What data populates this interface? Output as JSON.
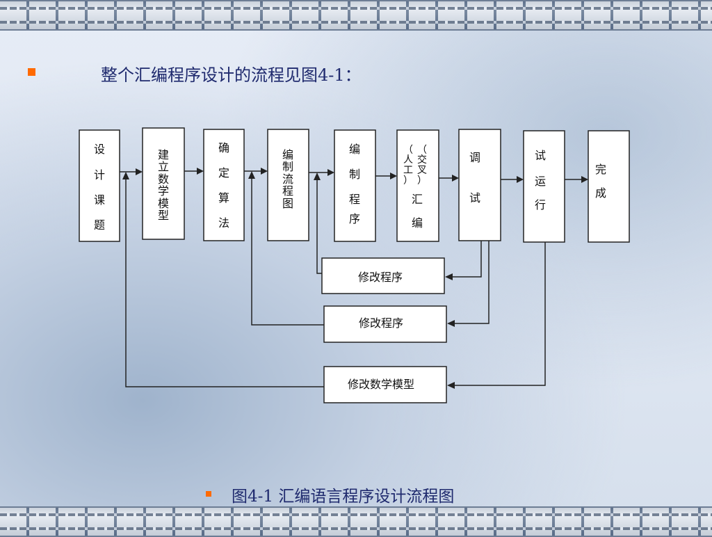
{
  "slide": {
    "heading": "整个汇编程序设计的流程见图4-1：",
    "caption": "图4-1  汇编语言程序设计流程图"
  },
  "diagram": {
    "steps": [
      {
        "id": "s1",
        "lines": [
          "设",
          "计",
          "课",
          "题"
        ]
      },
      {
        "id": "s2",
        "lines": [
          "建",
          "立",
          "数",
          "学",
          "模",
          "型"
        ]
      },
      {
        "id": "s3",
        "lines": [
          "确",
          "定",
          "算",
          "法"
        ]
      },
      {
        "id": "s4",
        "lines": [
          "编",
          "制",
          "流",
          "程",
          "图"
        ]
      },
      {
        "id": "s5",
        "lines": [
          "编",
          "制",
          "程",
          "序"
        ]
      },
      {
        "id": "s6",
        "lines": [
          "（",
          "人",
          "工",
          "）",
          "汇",
          "编"
        ],
        "alt_lines": [
          "（",
          "交",
          "叉",
          "）"
        ]
      },
      {
        "id": "s7",
        "lines": [
          "调",
          "试"
        ]
      },
      {
        "id": "s8",
        "lines": [
          "试",
          "运",
          "行"
        ]
      },
      {
        "id": "s9",
        "lines": [
          "完",
          "成"
        ]
      }
    ],
    "feedback": [
      {
        "id": "f1",
        "label": "修改程序"
      },
      {
        "id": "f2",
        "label": "修改程序"
      },
      {
        "id": "f3",
        "label": "修改数学模型"
      }
    ]
  },
  "colors": {
    "bullet": "#ff6a00",
    "text": "#1f2a6e"
  }
}
